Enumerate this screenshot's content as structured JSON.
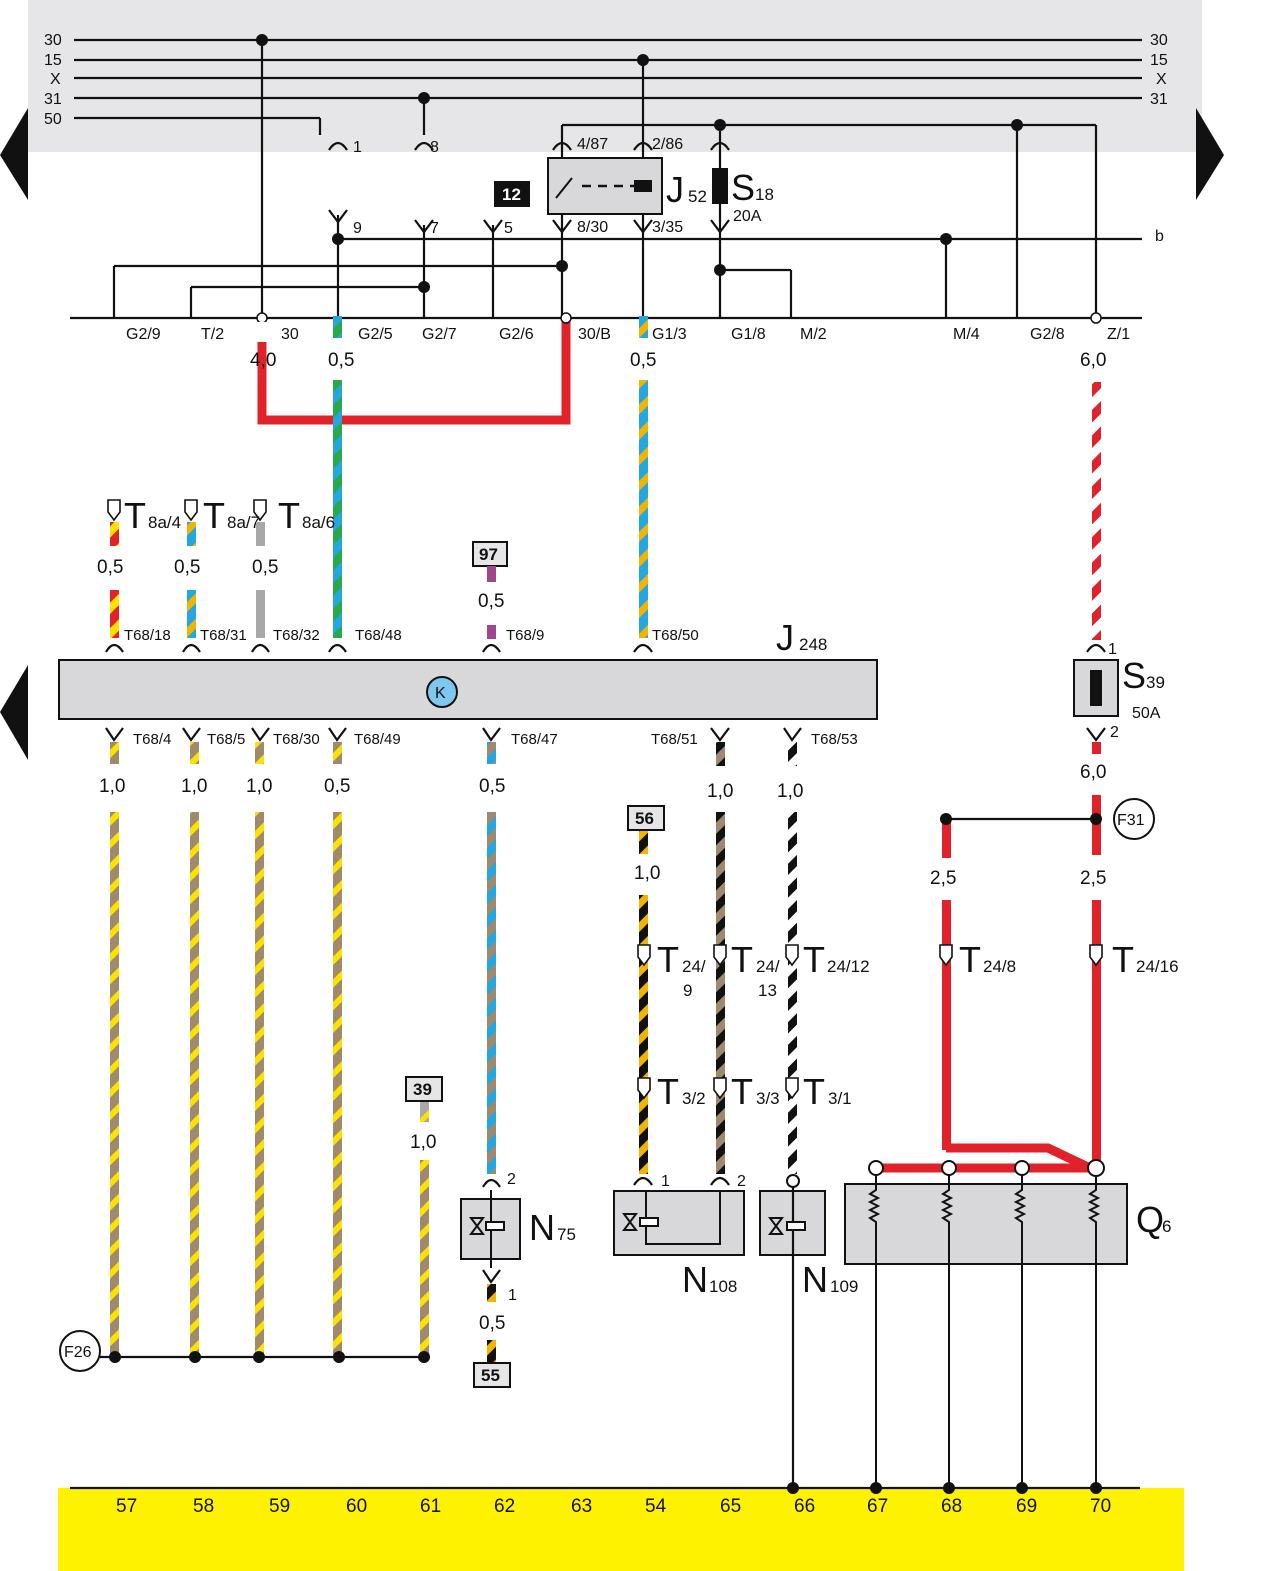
{
  "buses": {
    "left": [
      "30",
      "15",
      "X",
      "31",
      "50"
    ],
    "right": [
      "30",
      "15",
      "X",
      "31"
    ],
    "b_label": "b"
  },
  "relay_j52": {
    "name": "J",
    "sub": "52",
    "box": "12",
    "pins": [
      "4/87",
      "2/86",
      "8/30",
      "3/35"
    ]
  },
  "fuse_s18": {
    "name": "S",
    "sub": "18",
    "rating": "20A"
  },
  "fuse_s39": {
    "name": "S",
    "sub": "39",
    "rating": "50A",
    "pin_in": "1",
    "pin_out": "2"
  },
  "upper_pins": [
    "1",
    "8",
    "9",
    "7",
    "5"
  ],
  "panel_terminals": [
    "G2/9",
    "T/2",
    "30",
    "G2/5",
    "G2/7",
    "G2/6",
    "30/B",
    "G1/3",
    "G1/8",
    "M/2",
    "M/4",
    "G2/8",
    "Z/1"
  ],
  "panel_wire_sizes": {
    "w30": "4,0",
    "g25": "0,5",
    "g13": "0,5",
    "z1": "6,0"
  },
  "connectors_t8": [
    {
      "name": "T",
      "sub": "8a/4"
    },
    {
      "name": "T",
      "sub": "8a/7"
    },
    {
      "name": "T",
      "sub": "8a/6"
    }
  ],
  "t8_sizes": [
    "0,5",
    "0,5",
    "0,5"
  ],
  "ref_boxes": {
    "r97": "97",
    "r56": "56",
    "r39": "39",
    "r55": "55"
  },
  "ref_sizes": {
    "r97": "0,5",
    "r56": "1,0",
    "r39": "1,0",
    "r55": "0,5"
  },
  "ecu": {
    "name": "J",
    "sub": "248",
    "k_symbol": "K",
    "top_pins": [
      "T68/18",
      "T68/31",
      "T68/32",
      "T68/48",
      "T68/9",
      "T68/50"
    ],
    "bottom_pins": [
      "T68/4",
      "T68/5",
      "T68/30",
      "T68/49",
      "T68/47",
      "T68/51",
      "T68/53"
    ]
  },
  "bottom_sizes": [
    "1,0",
    "1,0",
    "1,0",
    "0,5",
    "0,5",
    "1,0",
    "1,0"
  ],
  "s39_out_size": "6,0",
  "f31": "F31",
  "f26": "F26",
  "red_sizes": [
    "2,5",
    "2,5"
  ],
  "t24": [
    {
      "name": "T",
      "sub": "24/",
      "sub2": "9"
    },
    {
      "name": "T",
      "sub": "24/",
      "sub2": "13"
    },
    {
      "name": "T",
      "sub": "24/12"
    },
    {
      "name": "T",
      "sub": "24/8"
    },
    {
      "name": "T",
      "sub": "24/16"
    }
  ],
  "t3": [
    {
      "name": "T",
      "sub": "3/2"
    },
    {
      "name": "T",
      "sub": "3/3"
    },
    {
      "name": "T",
      "sub": "3/1"
    }
  ],
  "n75": {
    "name": "N",
    "sub": "75",
    "pin_top": "2",
    "pin_bottom": "1"
  },
  "n108": {
    "name": "N",
    "sub": "108",
    "pin1": "1",
    "pin2": "2"
  },
  "n109": {
    "name": "N",
    "sub": "109"
  },
  "q6": {
    "name": "Q",
    "sub": "6"
  },
  "ground_numbers": [
    "57",
    "58",
    "59",
    "60",
    "61",
    "62",
    "63",
    "54",
    "65",
    "66",
    "67",
    "68",
    "69",
    "70"
  ],
  "colors": {
    "panel_gray": "#e6e6e8",
    "ground_yellow": "#fff200",
    "red": "#e1222a",
    "blue": "#22a7e0",
    "green": "#2aa84a",
    "yellow": "#ffe100",
    "brown": "#a08a6e",
    "gray_wire": "#a8a8a8",
    "violet": "#a0468c",
    "black": "#111111",
    "k_circle": "#7ec8f0"
  }
}
